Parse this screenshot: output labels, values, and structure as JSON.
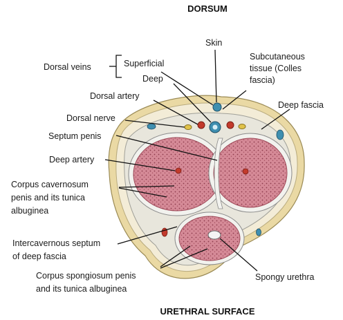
{
  "header": {
    "top": "DORSUM",
    "bottom": "URETHRAL SURFACE"
  },
  "labels": {
    "skin": "Skin",
    "subcutaneous_1": "Subcutaneous",
    "subcutaneous_2": "tissue (Colles",
    "subcutaneous_3": "fascia)",
    "dorsal_veins": "Dorsal veins",
    "superficial": "Superficial",
    "deep": "Deep",
    "dorsal_artery": "Dorsal artery",
    "deep_fascia": "Deep fascia",
    "dorsal_nerve": "Dorsal nerve",
    "septum_penis": "Septum penis",
    "deep_artery": "Deep artery",
    "corpus_cav_1": "Corpus cavernosum",
    "corpus_cav_2": "penis and its tunica",
    "corpus_cav_3": "albuginea",
    "intercav_1": "Intercavernous septum",
    "intercav_2": "of deep fascia",
    "spongy_urethra": "Spongy urethra",
    "corpus_spong_1": "Corpus spongiosum penis",
    "corpus_spong_2": "and its tunica albuginea"
  },
  "colors": {
    "skin": "#ead9a4",
    "fascia": "#f3ecd7",
    "tunica": "#f2f2ee",
    "erectile": "#d58a97",
    "vein": "#3f8fb0",
    "artery": "#c23a2c",
    "nerve": "#e0c24a"
  }
}
